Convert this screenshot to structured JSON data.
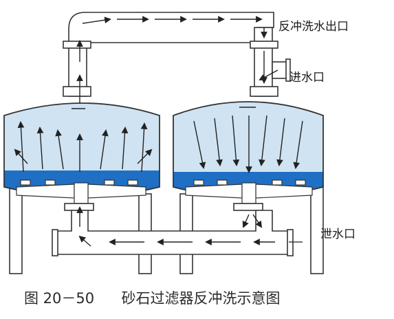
{
  "labels": {
    "backwash_outlet": "反冲洗水出口",
    "inlet": "进水口",
    "drain": "泄水口"
  },
  "caption": {
    "figure_number": "图 20－50",
    "title": "砂石过滤器反冲洗示意图"
  },
  "colors": {
    "water_deep": "#1f6fc4",
    "water_light": "#cfe3f2",
    "outline": "#333333",
    "background": "#ffffff"
  }
}
